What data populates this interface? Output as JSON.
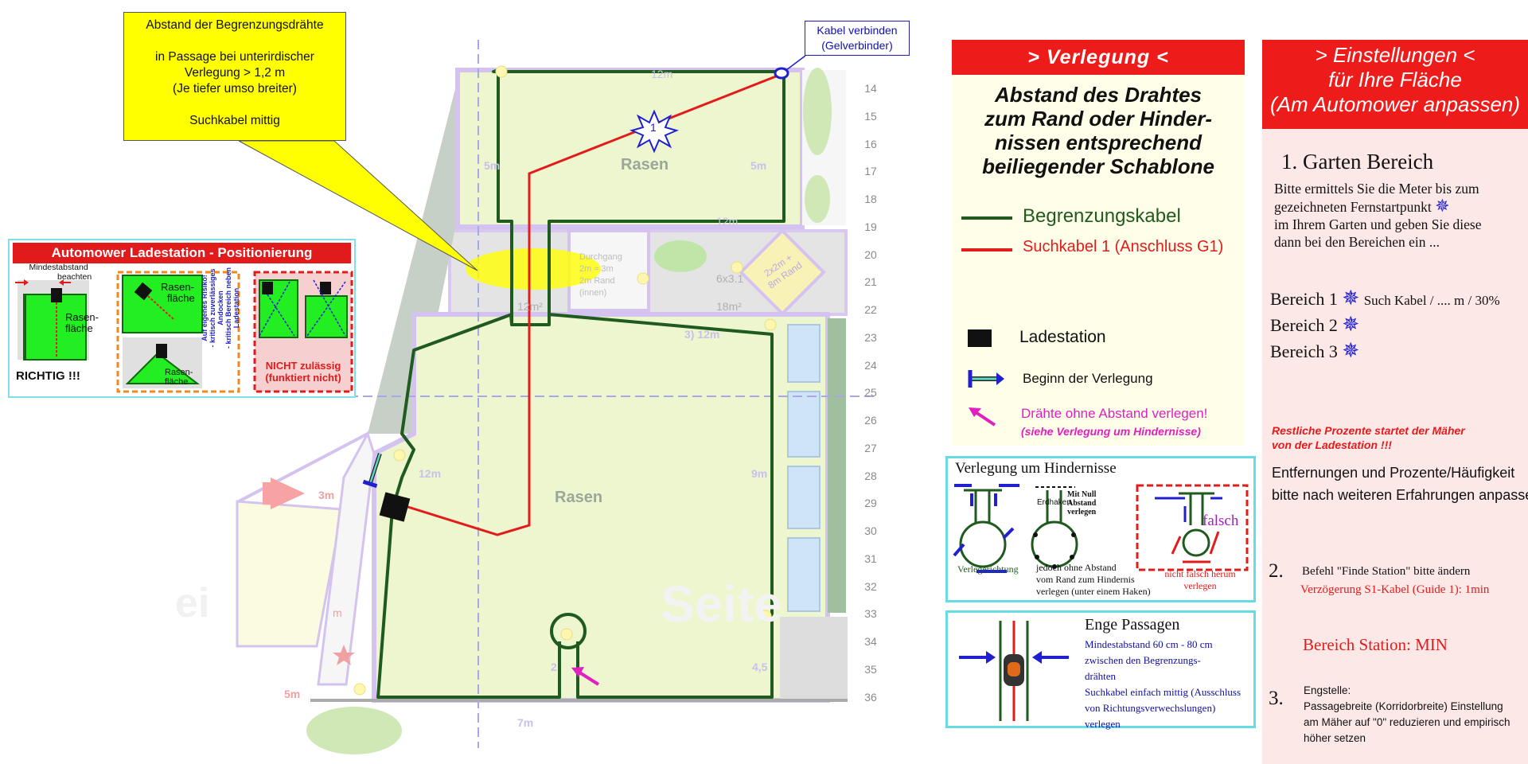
{
  "plan": {
    "callout": {
      "lines": [
        "Abstand der Begrenzungsdrähte",
        "in Passage bei unterirdischer",
        "Verlegung > 1,2 m",
        "(Je tiefer umso breiter)",
        "Suchkabel mittig"
      ]
    },
    "cable_connect": [
      "Kabel verbinden",
      "(Gelverbinder)"
    ],
    "lawn_label": "Rasen",
    "dims": {
      "top_12m": "12m",
      "left_5m": "5m",
      "right_5m": "5m",
      "mid_12m": "12m",
      "area_12m2": "12m²",
      "area_18m2": "18m²",
      "area_6x3": "6x3.1",
      "label_3_12m": "3) 12m",
      "left_12m": "12m",
      "right_9m": "9m",
      "left_3m": "3m",
      "bottom_4_5": "4,5",
      "bottom_2": "2",
      "bottom_5m": "5m",
      "bottom_7m": "7m",
      "side_m": "m"
    },
    "passage_text": [
      "Durchgang",
      "2m ≈ 3m",
      "2m Rand",
      "(innen)"
    ],
    "diamond_text": [
      "2x2m +",
      "8m Rand"
    ],
    "marker_1": "1",
    "ruler": [
      "14",
      "15",
      "16",
      "17",
      "18",
      "19",
      "20",
      "21",
      "22",
      "23",
      "24",
      "25",
      "26",
      "27",
      "28",
      "29",
      "30",
      "31",
      "32",
      "33",
      "34",
      "35",
      "36"
    ],
    "watermark": "Seite"
  },
  "ladestation": {
    "title": "Automower Ladestation - Positionierung",
    "min_distance": [
      "Mindestabstand",
      "beachten"
    ],
    "rasen": [
      "Rasen-",
      "fläche"
    ],
    "richtig": "RICHTIG !!!",
    "risk_text": [
      "Auf eigenes Risiko!",
      "- kritisch zuverlässiges Andocken",
      "- kritisch Bereich neben Ladestation"
    ],
    "nicht": [
      "NICHT zulässig",
      "(funktiert nicht)"
    ]
  },
  "verlegung": {
    "title": "> Verlegung <",
    "text": [
      "Abstand des Drahtes",
      "zum Rand oder Hinder-",
      "nissen entsprechend",
      "beiliegender Schablone"
    ],
    "legend": {
      "begrenzung": "Begrenzungskabel",
      "such": "Suchkabel 1 (Anschluss G1)",
      "ladestation": "Ladestation",
      "beginn": "Beginn der Verlegung",
      "ohne_abstand": "Drähte ohne Abstand verlegen!",
      "siehe": "(siehe Verlegung um Hindernisse)"
    },
    "colors": {
      "green": "#1f5a1f",
      "red": "#e21b1b",
      "magenta": "#e020c0"
    }
  },
  "hindernisse": {
    "title": "Verlegung um Hindernisse",
    "erdhaken": "Erdhaken",
    "mit_null": [
      "Mit Null",
      "Abstand",
      "verlegen"
    ],
    "falsch": "falsch",
    "verlegerichtung": "Verlegerichtung",
    "jedoch": [
      "jedoch ohne Abstand",
      "vom Rand zum Hindernis",
      "verlegen (unter einem Haken)"
    ],
    "nicht_falsch": [
      "nicht falsch herum",
      "verlegen"
    ]
  },
  "enge": {
    "title": "Enge Passagen",
    "lines": [
      "Mindestabstand 60 cm - 80 cm",
      "zwischen den Begrenzungs-",
      "drähten",
      "Suchkabel einfach mittig (Ausschluss",
      "von Richtungsverwechslungen) verlegen"
    ]
  },
  "einstellungen": {
    "title": [
      "> Einstellungen <",
      "für Ihre Fläche",
      "(Am Automower anpassen)"
    ],
    "s1": {
      "num": "1.",
      "heading": "Garten Bereich",
      "text": [
        "Bitte ermittels Sie die Meter bis zum",
        "gezeichneten Fernstartpunkt",
        "im Ihrem Garten und geben Sie diese",
        "dann bei den Bereichen ein ..."
      ],
      "b1": "Bereich 1",
      "b1_note": "Such Kabel / .... m / 30%",
      "b2": "Bereich 2",
      "b3": "Bereich 3",
      "star1": "1",
      "star2": "2",
      "star3": "3",
      "restliche": [
        "Restliche Prozente  startet der Mäher",
        "von der Ladestation !!!"
      ],
      "entfernungen": [
        "Entfernungen und Prozente/Häufigkeit",
        "bitte nach weiteren Erfahrungen anpassen"
      ]
    },
    "s2": {
      "num": "2.",
      "befehl": "Befehl \"Finde Station\" bitte ändern",
      "verz": "Verzögerung S1-Kabel (Guide 1): 1min",
      "bereich_station": "Bereich Station: MIN"
    },
    "s3": {
      "num": "3.",
      "lines": [
        "Engstelle:",
        "Passagebreite (Korridorbreite) Einstellung",
        "am Mäher auf \"0\" reduzieren und empirisch",
        "höher setzen"
      ]
    }
  }
}
